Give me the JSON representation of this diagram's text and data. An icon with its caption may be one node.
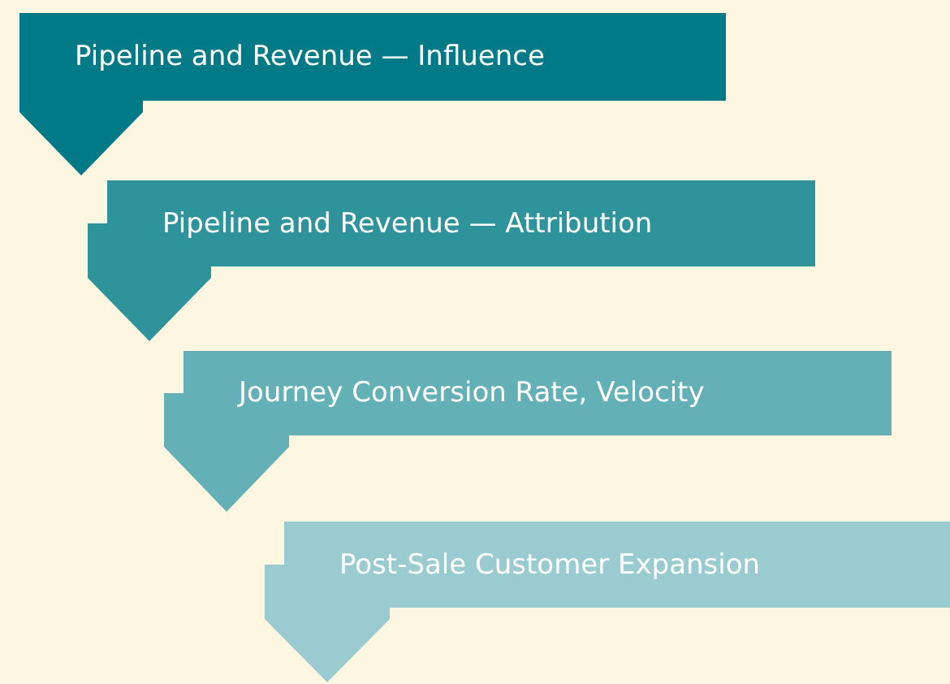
{
  "diagram": {
    "nodes": [
      {
        "text": [
          "Pipeline and Revenue — Influence"
        ]
      },
      {
        "text": [
          "Pipeline and Revenue — Attribution"
        ]
      },
      {
        "text": [
          "Journey Conversion Rate, Velocity"
        ]
      },
      {
        "text": [
          "Post-Sale Customer Expansion"
        ]
      }
    ]
  }
}
